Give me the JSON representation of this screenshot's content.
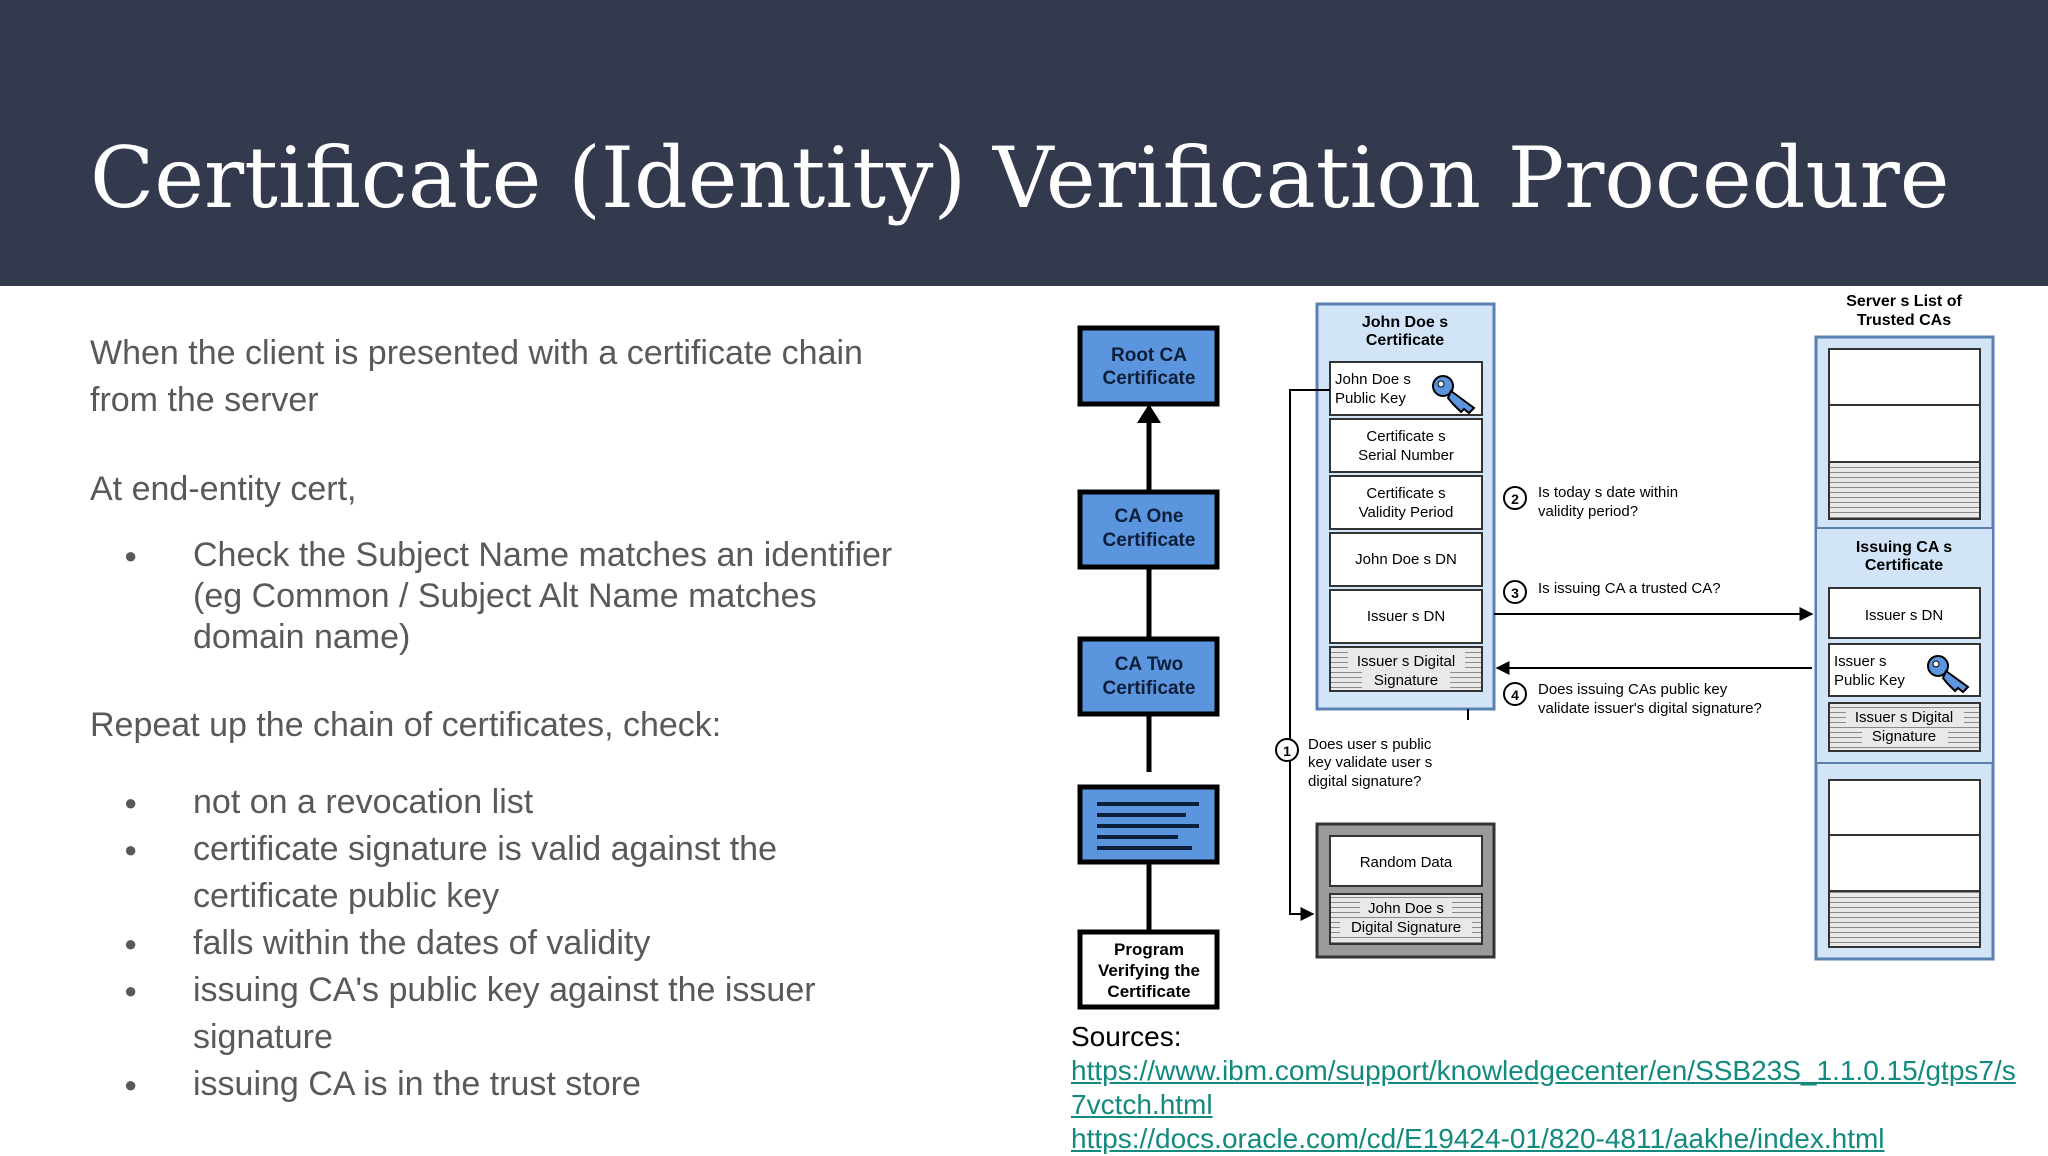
{
  "slide": {
    "title": "Certificate (Identity) Verification Procedure",
    "intro_line1": "When the client is presented with a certificate chain",
    "intro_line2": "from the server",
    "end_entity_heading": "At end-entity cert,",
    "end_entity_bullet_line1": "Check the Subject Name matches an identifier",
    "end_entity_bullet_line2": "(eg Common / Subject Alt Name matches",
    "end_entity_bullet_line3": "domain name)",
    "repeat_heading": "Repeat up the chain of certificates, check:",
    "checks": [
      "not on a revocation list",
      "certificate signature is valid against the",
      "certificate public key",
      "falls within the dates of validity",
      "issuing CA's public key against the issuer",
      "signature",
      "issuing CA is in the trust store"
    ]
  },
  "diagram": {
    "chain": [
      "Root CA",
      "Certificate",
      "CA One",
      "Certificate",
      "CA Two",
      "Certificate",
      "Program",
      "Verifying the",
      "Certificate"
    ],
    "johndoe_cert": {
      "title": [
        "John Doe s",
        "Certificate"
      ],
      "public_key": [
        "John Doe s",
        "Public Key"
      ],
      "serial": [
        "Certificate s",
        "Serial Number"
      ],
      "validity": [
        "Certificate s",
        "Validity Period"
      ],
      "dn": "John Doe s DN",
      "issuer_dn": "Issuer s DN",
      "issuer_sig": [
        "Issuer s Digital",
        "Signature"
      ]
    },
    "steps": {
      "s1": "1",
      "s1_text": [
        "Does user s public",
        "key validate user s",
        "digital signature?"
      ],
      "s2": "2",
      "s2_text": [
        "Is today s date within",
        "validity period?"
      ],
      "s3": "3",
      "s3_text": [
        "Is issuing CA a trusted CA?"
      ],
      "s4": "4",
      "s4_text": [
        "Does issuing CAs public key",
        "validate issuer's digital signature?"
      ]
    },
    "random_box": {
      "data": "Random Data",
      "sig": [
        "John Doe s",
        "Digital Signature"
      ]
    },
    "trusted": {
      "title": [
        "Server s List of",
        "Trusted CAs"
      ],
      "issuing_title": [
        "Issuing CA s",
        "Certificate"
      ],
      "issuer_dn": "Issuer s DN",
      "public_key": [
        "Issuer s",
        "Public Key"
      ],
      "sig": [
        "Issuer s Digital",
        "Signature"
      ]
    }
  },
  "sources": {
    "label": "Sources:",
    "link1": "https://www.ibm.com/support/knowledgecenter/en/SSB23S_1.1.0.15/gtps7/s7vctch.html",
    "link2": "https://docs.oracle.com/cd/E19424-01/820-4811/aakhe/index.html"
  },
  "colors": {
    "header_bg": "#333a4d",
    "chain_blue": "#5b95dd",
    "panel_blue": "#d2e4f8",
    "link": "#128a7e"
  }
}
